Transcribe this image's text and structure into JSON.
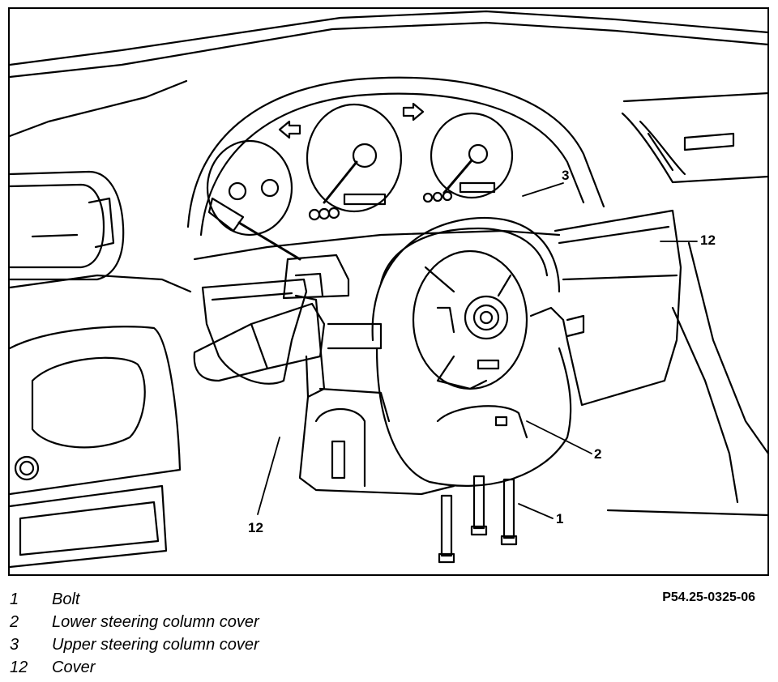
{
  "callouts": {
    "c1": "1",
    "c2": "2",
    "c3": "3",
    "c12_right": "12",
    "c12_left": "12"
  },
  "legend": [
    {
      "number": "1",
      "text": "Bolt"
    },
    {
      "number": "2",
      "text": "Lower steering column cover"
    },
    {
      "number": "3",
      "text": "Upper steering column cover"
    },
    {
      "number": "12",
      "text": "Cover"
    }
  ],
  "reference_code": "P54.25-0325-06",
  "colors": {
    "ink": "#000000",
    "paper": "#ffffff"
  }
}
